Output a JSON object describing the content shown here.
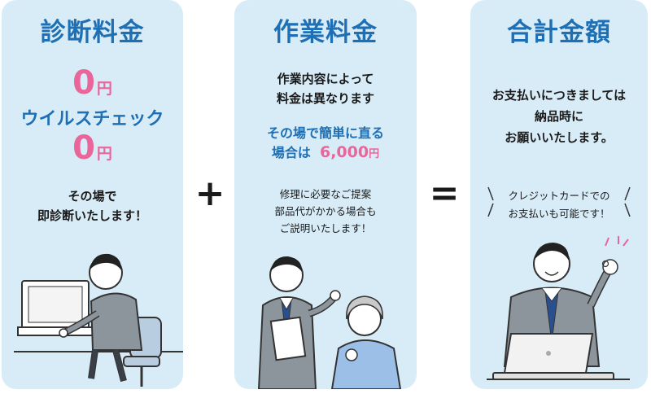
{
  "cards": [
    {
      "title": "診断料金",
      "fee_value": "0",
      "fee_unit": "円",
      "sub_title": "ウイルスチェック",
      "sub_value": "0",
      "sub_unit": "円",
      "note_line1": "その場で",
      "note_line2": "即診断いたします！"
    },
    {
      "title": "作業料金",
      "desc_line1": "作業内容によって",
      "desc_line2": "料金は異なります",
      "highlight_line1": "その場で簡単に直る",
      "highlight_prefix": "場合は",
      "highlight_price": "6,000",
      "highlight_unit": "円",
      "note_line1": "修理に必要なご提案",
      "note_line2": "部品代がかかる場合も",
      "note_line3": "ご説明いたします！"
    },
    {
      "title": "合計金額",
      "desc_line1": "お支払いにつきましては",
      "desc_line2": "納品時に",
      "desc_line3": "お願いいたします。",
      "note_line1": "クレジットカードでの",
      "note_line2": "お支払いも可能です！"
    }
  ],
  "operators": {
    "plus": "+",
    "equals": "="
  },
  "colors": {
    "card_bg": "#d8ecf8",
    "title_blue": "#1e6fb3",
    "price_pink": "#e8669a",
    "suit_gray": "#8c949c",
    "tie_blue": "#2a4f8f"
  }
}
